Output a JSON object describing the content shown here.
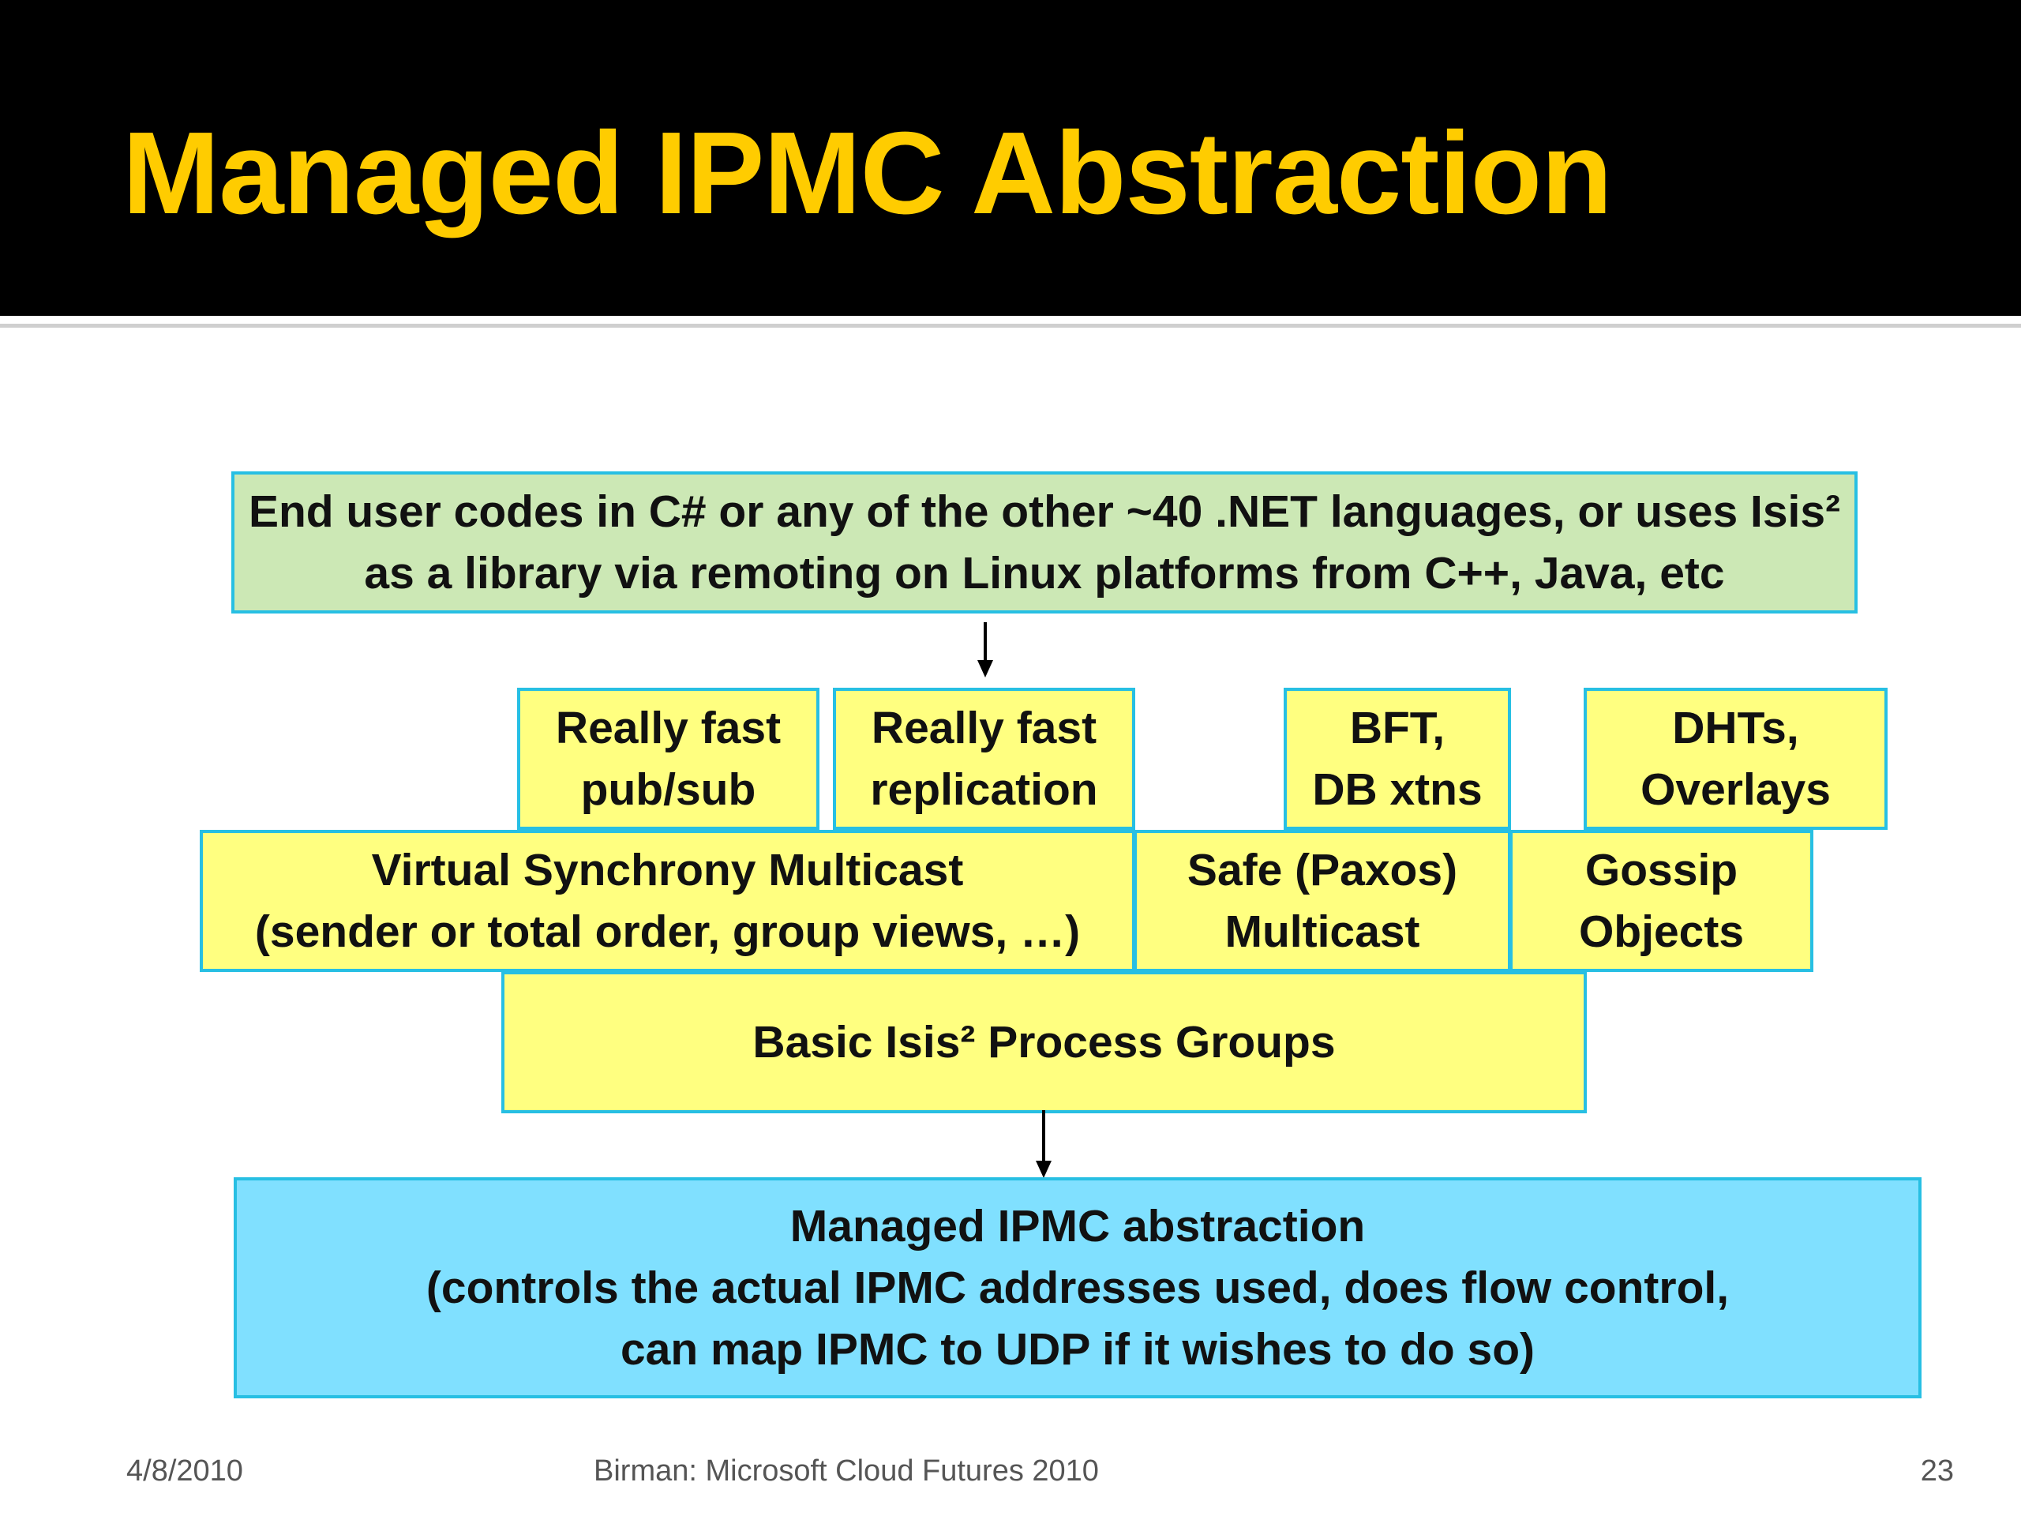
{
  "slide": {
    "title": "Managed IPMC Abstraction"
  },
  "diagram": {
    "top_box": {
      "line1": "End user codes in C# or any of the other ~40 .NET languages, or uses Isis²",
      "line2": "as a library via remoting on Linux platforms from C++, Java, etc"
    },
    "pubsub": {
      "line1": "Really fast",
      "line2": "pub/sub"
    },
    "replication": {
      "line1": "Really fast",
      "line2": "replication"
    },
    "bft": {
      "line1": "BFT,",
      "line2": "DB xtns"
    },
    "dhts": {
      "line1": "DHTs,",
      "line2": "Overlays"
    },
    "vsync": {
      "line1": "Virtual Synchrony Multicast",
      "line2": "(sender or total order, group views, …)"
    },
    "paxos": {
      "line1": "Safe (Paxos)",
      "line2": "Multicast"
    },
    "gossip": {
      "line1": "Gossip",
      "line2": "Objects"
    },
    "process_groups": {
      "label": "Basic Isis² Process Groups"
    },
    "ipmc": {
      "line1": "Managed IPMC abstraction",
      "line2": "(controls the actual IPMC addresses used, does flow control,",
      "line3": "can map IPMC to UDP if it wishes to do so)"
    }
  },
  "footer": {
    "date": "4/8/2010",
    "center": "Birman: Microsoft Cloud Futures 2010",
    "page": "23"
  },
  "colors": {
    "title": "#ffcc00",
    "header_bg": "#000000",
    "box_border": "#27bfe3",
    "green_box": "#cce8b5",
    "yellow_box": "#ffff80",
    "blue_box": "#80e0ff"
  }
}
